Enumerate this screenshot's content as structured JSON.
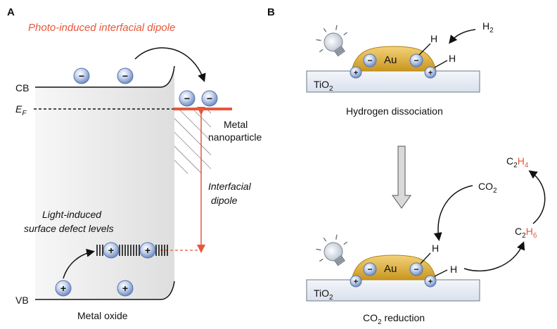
{
  "panel_a": {
    "label": "A",
    "title": "Photo-induced interfacial dipole",
    "cb": "CB",
    "vb": "VB",
    "ef_main": "E",
    "ef_sub": "F",
    "metal_label_1": "Metal",
    "metal_label_2": "nanoparticle",
    "dipole_label_1": "Interfacial",
    "dipole_label_2": "dipole",
    "defect_label_1": "Light-induced",
    "defect_label_2": "surface defect levels",
    "bottom_label": "Metal oxide",
    "minus": "−",
    "plus": "+"
  },
  "panel_b": {
    "label": "B",
    "au": "Au",
    "tio2_main": "TiO",
    "tio2_sub": "2",
    "h": "H",
    "h2_main": "H",
    "h2_sub": "2",
    "co2_main": "CO",
    "co2_sub": "2",
    "c2h4": {
      "c": "C",
      "c_sub": "2",
      "h": "H",
      "h_sub": "4"
    },
    "c2h6": {
      "c": "C",
      "c_sub": "2",
      "h": "H",
      "h_sub": "6"
    },
    "caption_top": "Hydrogen dissociation",
    "caption_bottom_main": "CO",
    "caption_bottom_sub": "2",
    "caption_bottom_rest": " reduction"
  },
  "colors": {
    "accent_red": "#e8563a",
    "charge_blue": "#8fa8d8",
    "gold": "#e0b43a",
    "substrate": "#e9eef5"
  }
}
